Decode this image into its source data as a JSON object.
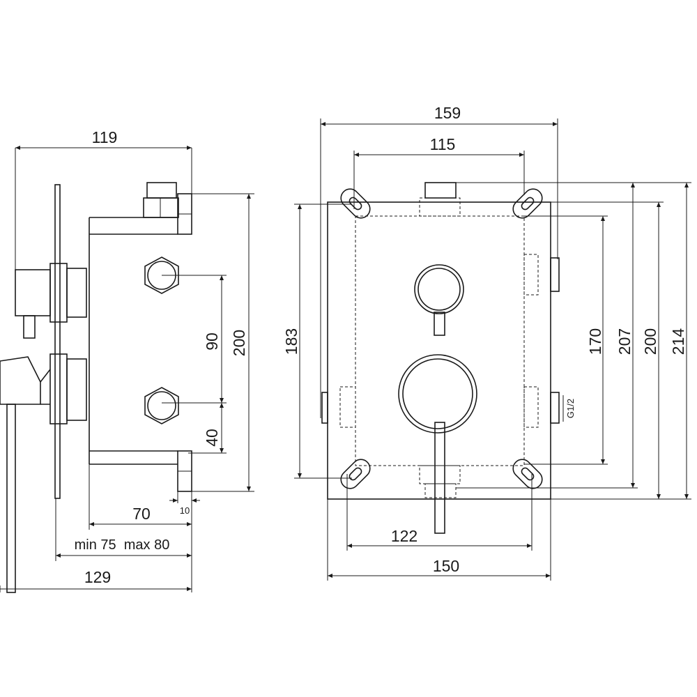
{
  "side_view": {
    "dims": {
      "width_top": "119",
      "height_total": "200",
      "spacing_inlets": "90",
      "inlet_offset": "40",
      "offset_small": "10",
      "body_depth": "70",
      "wall_range": "min 75  max 80",
      "total_depth": "129"
    }
  },
  "front_view": {
    "dims": {
      "width_outer": "159",
      "width_inner": "115",
      "height_left": "183",
      "height_inner": "170",
      "height_207": "207",
      "height_200": "200",
      "height_total": "214",
      "hole_spacing": "122",
      "box_width": "150"
    },
    "thread_label": "G1/2"
  }
}
